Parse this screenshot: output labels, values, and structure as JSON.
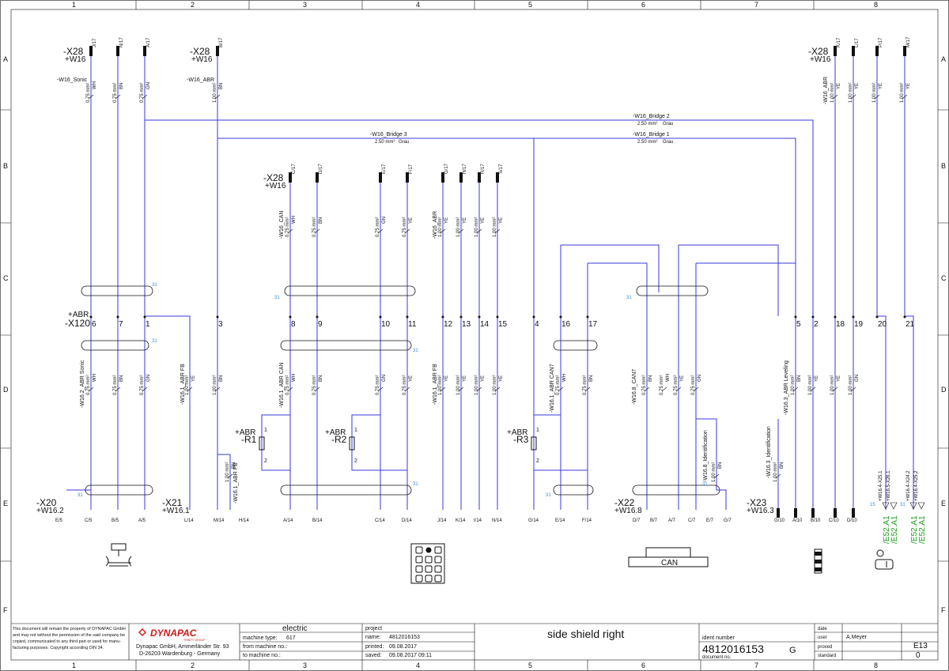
{
  "grid": {
    "columns": [
      "1",
      "2",
      "3",
      "4",
      "5",
      "6",
      "7",
      "8"
    ],
    "rows": [
      "A",
      "B",
      "C",
      "D",
      "E",
      "F"
    ]
  },
  "colors": {
    "wire": "#3a3ad8",
    "text": "#111111",
    "cable_num": "#3b8fd0",
    "green_ref": "#1a9a1a",
    "brand": "#d01818"
  },
  "top_connectors": [
    {
      "id": "-X28",
      "sub": "+W16",
      "cable": "-W16_Sonic"
    },
    {
      "id": "-X28",
      "sub": "+W16",
      "cable": "-W16_ABR"
    },
    {
      "id": "-X28",
      "sub": "+W16",
      "cable": "-W16_CAN"
    },
    {
      "id": "-X28",
      "sub": "+W16",
      "cable": "-W16_ABR"
    }
  ],
  "top_pins": [
    "J/17",
    "N/17",
    "A/17",
    "B/17",
    "C/17",
    "D/17",
    "E/17",
    "F/17",
    "G/17",
    "H/17",
    "R/17",
    "S/17",
    "K/17",
    "L/17",
    "P/17",
    "M/17"
  ],
  "wire_specs": {
    "s075": "0.75 mm²",
    "s100": "1.00 mm²",
    "s250": "2.50 mm²",
    "wh": "WH",
    "bn": "BN",
    "gn": "GN",
    "ye": "YE",
    "grau": "Grau"
  },
  "bridges": [
    "-W16_Bridge 2",
    "-W16_Bridge 3",
    "-W16_Bridge 1"
  ],
  "x120": {
    "id": "-X120",
    "sub": "+ABR",
    "terminals": [
      "6",
      "7",
      "1",
      "3",
      "8",
      "9",
      "10",
      "11",
      "12",
      "13",
      "14",
      "15",
      "4",
      "16",
      "17",
      "5",
      "2",
      "18",
      "19",
      "20",
      "21"
    ]
  },
  "cable_number": "31",
  "cable_number_15": "15",
  "lower_cables": [
    "-W16.2_ABR Sonic",
    "-W16.1_ABR FB",
    "-W16.1_ABR CAN",
    "-W16.1_ABR FB",
    "-W16.1_ABR CAN7",
    "-W16.8_CAN7",
    "-W16.8_Identification",
    "-W16.1_ABR FB",
    "-W16.3_ABR Leveling",
    "-W16.3_Identification"
  ],
  "resistors": [
    {
      "sub": "+ABR",
      "id": "-R1",
      "p1": "1",
      "p2": "2"
    },
    {
      "sub": "+ABR",
      "id": "-R2",
      "p1": "1",
      "p2": "2"
    },
    {
      "sub": "+ABR",
      "id": "-R3",
      "p1": "1",
      "p2": "2"
    }
  ],
  "bottom_connectors": [
    {
      "id": "-X20",
      "sub": "+W16.2",
      "pins": [
        "E/5",
        "C/5",
        "B/5",
        "A/5"
      ]
    },
    {
      "id": "-X21",
      "sub": "+W16.1",
      "pins": [
        "L/14",
        "M/14",
        "H/14",
        "A/14",
        "B/14",
        "C/14",
        "D/14",
        "J/14",
        "K/14",
        "I/14",
        "N/14",
        "G/14",
        "E/14",
        "F/14"
      ]
    },
    {
      "id": "-X22",
      "sub": "+W16.8",
      "pins": [
        "D/7",
        "B/7",
        "A/7",
        "C/7",
        "E/7",
        "G/7"
      ]
    },
    {
      "id": "-X23",
      "sub": "+W16.3",
      "pins": [
        "G/10",
        "A/10",
        "B/10",
        "C/10",
        "D/10"
      ]
    }
  ],
  "green_refs": [
    "/E52.A1",
    "/E52.A1",
    "/E52.A1",
    "/E52.A1"
  ],
  "green_small": [
    "+W16.4-X25.1",
    "+W16.5-X26.1",
    "+W16.4-X24.2",
    "+W16.4-X25.2"
  ],
  "can_label": "CAN",
  "title_block": {
    "disclaimer": "This document will remain the property of DYNAPAC GmbH and may not without the permission of the said company be copied, communicated to any third part or used for manu-facturing purposes. Copyright according DIN 34.",
    "brand": "DYNAPAC",
    "brand_sub": "TRINITY GROUP",
    "address1": "Dynapac GmbH, Ammerländer Str. 93",
    "address2": "D-26203 Wardenburg - Germany",
    "electric": "electric",
    "machine_type_label": "machine type:",
    "machine_type": "617",
    "from_machine": "from machine no.:",
    "to_machine": "to machine no.:",
    "project": "project",
    "name_label": "name:",
    "name": "4812016153",
    "printed_label": "printed:",
    "printed": "09.08.2017",
    "saved_label": "saved:",
    "saved": "09.08.2017  09:11",
    "drawing_title": "side shield right",
    "ident_label": "ident number",
    "ident": "4812016153",
    "ident_suffix": "G",
    "document_label": "document no.",
    "date_label": "date",
    "user_label": "user",
    "user": "A.Meyer",
    "proved_label": "proved",
    "standard_label": "standard",
    "sheet": "E13",
    "rev": "0"
  }
}
